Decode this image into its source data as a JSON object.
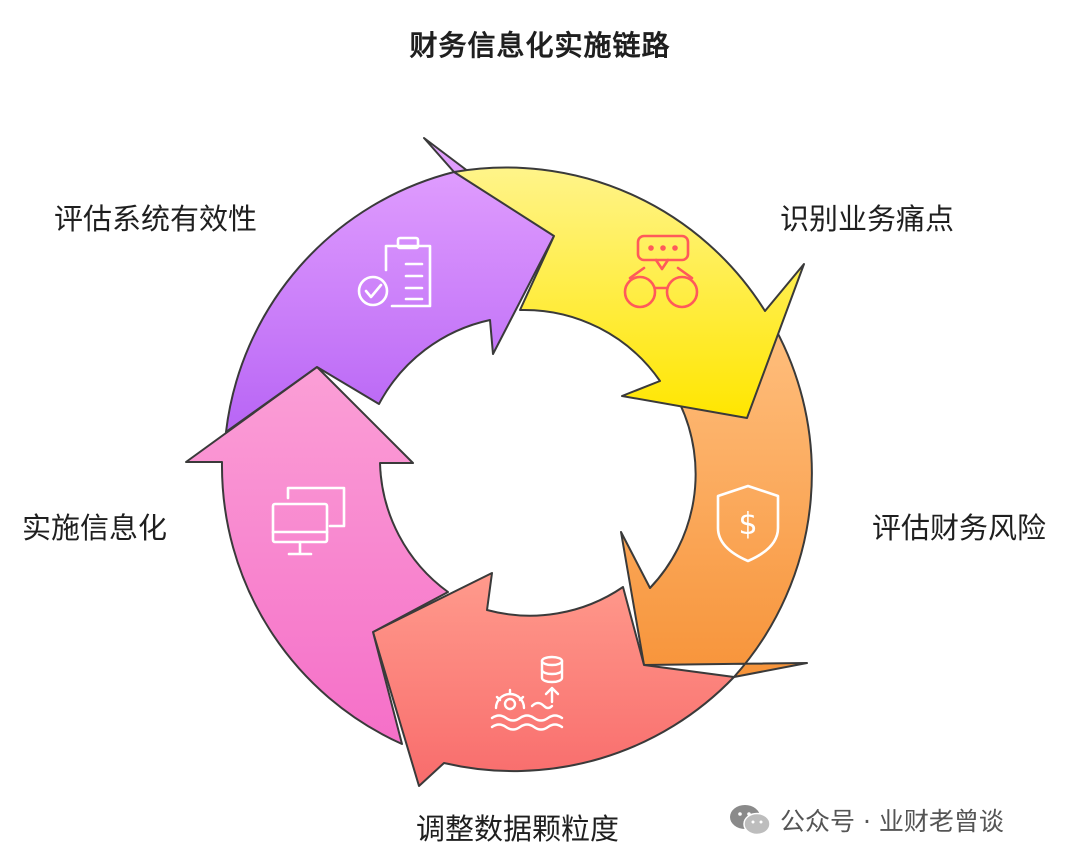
{
  "title": "财务信息化实施链路",
  "stages": [
    {
      "label": "识别业务痛点",
      "icon": "binoculars-chat-icon",
      "color_start": "#fff48a",
      "color_end": "#ffe600"
    },
    {
      "label": "评估财务风险",
      "icon": "dollar-shield-icon",
      "color_start": "#ffc080",
      "color_end": "#f7943a"
    },
    {
      "label": "调整数据颗粒度",
      "icon": "database-gear-icon",
      "color_start": "#ff9a8c",
      "color_end": "#f86c6c"
    },
    {
      "label": "实施信息化",
      "icon": "monitor-windows-icon",
      "color_start": "#fb9fd6",
      "color_end": "#f56fc8"
    },
    {
      "label": "评估系统有效性",
      "icon": "clipboard-check-icon",
      "color_start": "#e4a3ff",
      "color_end": "#b865f5"
    }
  ],
  "watermark": {
    "text": "公众号 · 业财老曾谈",
    "icon": "wechat-icon"
  }
}
